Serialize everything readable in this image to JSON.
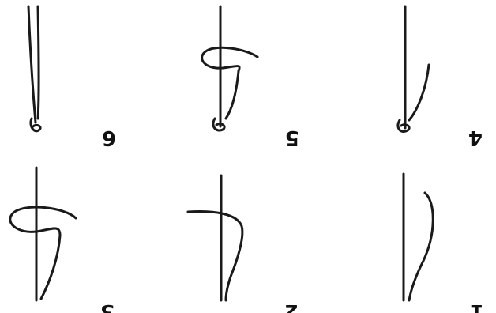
{
  "steps": [
    {
      "number": "6"
    },
    {
      "number": "5"
    },
    {
      "number": "4"
    },
    {
      "number": "3"
    },
    {
      "number": "2"
    },
    {
      "number": "1"
    }
  ],
  "colors": {
    "stroke": "#1a1a1a",
    "background": "#ffffff"
  }
}
